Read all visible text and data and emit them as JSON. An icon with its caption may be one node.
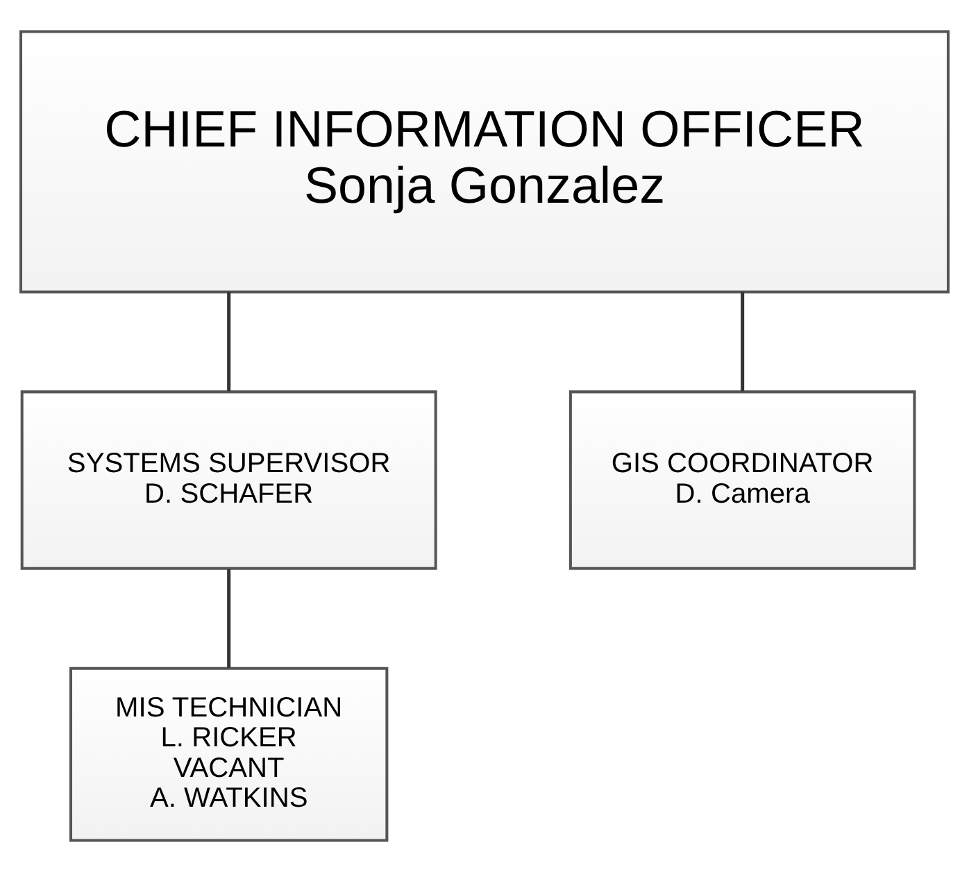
{
  "diagram": {
    "nodes": [
      {
        "text": [
          "CHIEF INFORMATION OFFICER",
          "Sonja Gonzalez"
        ]
      },
      {
        "text": [
          "SYSTEMS SUPERVISOR",
          "D. SCHAFER"
        ]
      },
      {
        "text": [
          "GIS COORDINATOR",
          "D. Camera"
        ]
      },
      {
        "text": [
          "MIS TECHNICIAN",
          "L. RICKER",
          "VACANT",
          "A. WATKINS"
        ]
      }
    ],
    "edges": [
      {
        "from": 0,
        "to": 1,
        "arrow": "none"
      },
      {
        "from": 0,
        "to": 2,
        "arrow": "none"
      },
      {
        "from": 1,
        "to": 3,
        "arrow": "none"
      }
    ]
  }
}
